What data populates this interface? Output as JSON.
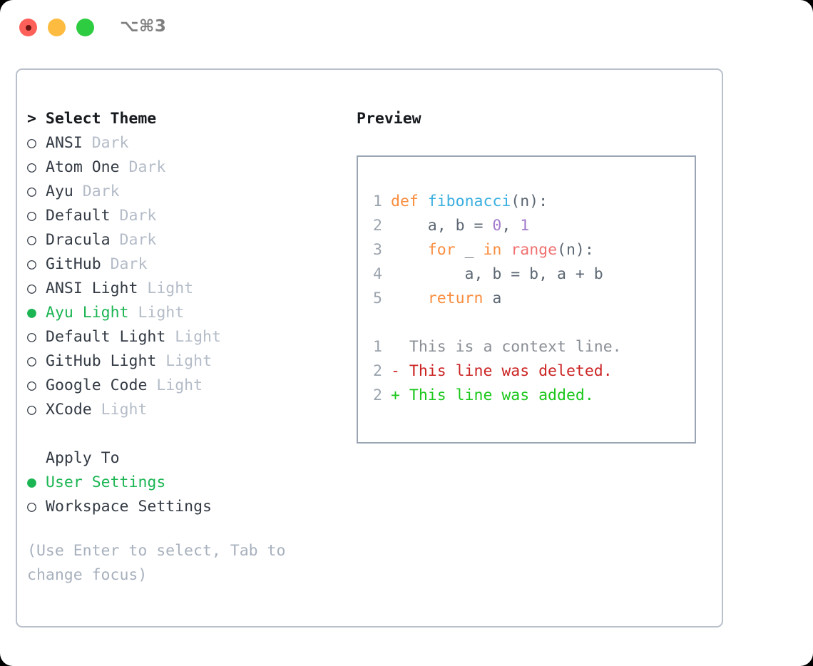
{
  "titlebar": {
    "shortcut": "⌥⌘3",
    "buttons": {
      "close": "close",
      "minimize": "minimize",
      "maximize": "maximize"
    }
  },
  "theme_list": {
    "heading_prefix": "> ",
    "heading": "Select Theme",
    "radio_unselected": "○",
    "radio_selected": "●",
    "items": [
      {
        "name": "ANSI",
        "badge": "Dark",
        "selected": false
      },
      {
        "name": "Atom One",
        "badge": "Dark",
        "selected": false
      },
      {
        "name": "Ayu",
        "badge": "Dark",
        "selected": false
      },
      {
        "name": "Default",
        "badge": "Dark",
        "selected": false
      },
      {
        "name": "Dracula",
        "badge": "Dark",
        "selected": false
      },
      {
        "name": "GitHub",
        "badge": "Dark",
        "selected": false
      },
      {
        "name": "ANSI Light",
        "badge": "Light",
        "selected": false
      },
      {
        "name": "Ayu Light",
        "badge": "Light",
        "selected": true
      },
      {
        "name": "Default Light",
        "badge": "Light",
        "selected": false
      },
      {
        "name": "GitHub Light",
        "badge": "Light",
        "selected": false
      },
      {
        "name": "Google Code",
        "badge": "Light",
        "selected": false
      },
      {
        "name": "XCode",
        "badge": "Light",
        "selected": false
      }
    ]
  },
  "apply_to": {
    "heading": "Apply To",
    "items": [
      {
        "name": "User Settings",
        "selected": true
      },
      {
        "name": "Workspace Settings",
        "selected": false
      }
    ]
  },
  "hint": "(Use Enter to select, Tab to change focus)",
  "preview": {
    "title": "Preview",
    "code_lines": [
      {
        "no": "1",
        "tokens": [
          {
            "t": "def",
            "c": "kw"
          },
          {
            "t": " ",
            "c": "plain"
          },
          {
            "t": "fibonacci",
            "c": "fn"
          },
          {
            "t": "(n):",
            "c": "plain"
          }
        ]
      },
      {
        "no": "2",
        "tokens": [
          {
            "t": "    a, b = ",
            "c": "plain"
          },
          {
            "t": "0",
            "c": "num"
          },
          {
            "t": ", ",
            "c": "plain"
          },
          {
            "t": "1",
            "c": "num"
          }
        ]
      },
      {
        "no": "3",
        "tokens": [
          {
            "t": "    ",
            "c": "plain"
          },
          {
            "t": "for",
            "c": "kw"
          },
          {
            "t": " _ ",
            "c": "plain"
          },
          {
            "t": "in",
            "c": "kw"
          },
          {
            "t": " ",
            "c": "plain"
          },
          {
            "t": "range",
            "c": "builtin"
          },
          {
            "t": "(n):",
            "c": "plain"
          }
        ]
      },
      {
        "no": "4",
        "tokens": [
          {
            "t": "        a, b = b, a + b",
            "c": "plain"
          }
        ]
      },
      {
        "no": "5",
        "tokens": [
          {
            "t": "    ",
            "c": "plain"
          },
          {
            "t": "return",
            "c": "kw"
          },
          {
            "t": " a",
            "c": "plain"
          }
        ]
      }
    ],
    "diff_lines": [
      {
        "no": "1",
        "sign": " ",
        "text": " This is a context line.",
        "kind": "ctx"
      },
      {
        "no": "2",
        "sign": "-",
        "text": " This line was deleted.",
        "kind": "del"
      },
      {
        "no": "2",
        "sign": "+",
        "text": " This line was added.",
        "kind": "add"
      }
    ]
  },
  "colors": {
    "accent_green": "#1cb553",
    "keyword_orange": "#fa8d3e",
    "function_blue": "#3aafe0",
    "builtin_salmon": "#f07171",
    "number_purple": "#a37acc",
    "diff_deleted": "#cb2424",
    "diff_added": "#1ac71a",
    "badge_gray": "#b4bcc8",
    "border_gray": "#b9c0cb"
  }
}
